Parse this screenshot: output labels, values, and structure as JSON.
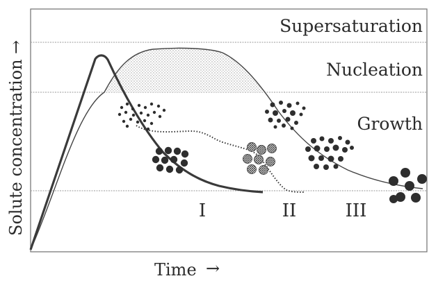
{
  "title": "",
  "axes": {
    "y_label": "Solute concentration",
    "y_arrow": "→",
    "x_label": "Time",
    "x_arrow": "→"
  },
  "regions": {
    "supersaturation": "Supersaturation",
    "nucleation": "Nucleation",
    "growth": "Growth"
  },
  "mechanisms": [
    "I",
    "II",
    "III"
  ],
  "colors": {
    "ink": "#333333",
    "grid": "#9a9a9a",
    "shade": "#b8b8b8"
  }
}
